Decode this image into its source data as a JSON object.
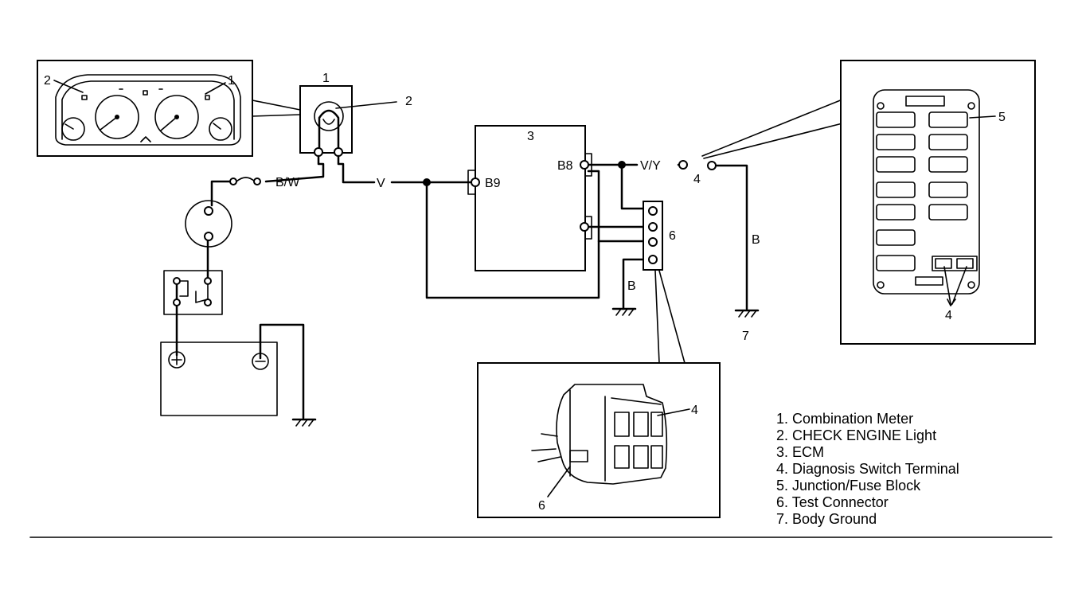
{
  "wire_labels": {
    "bw": "B/W",
    "v": "V",
    "vy": "V/Y",
    "b_right": "B",
    "b_mid": "B"
  },
  "terminal_labels": {
    "b8": "B8",
    "b9": "B9"
  },
  "callouts": {
    "meter_detail_1": "1",
    "meter_detail_2": "2",
    "lamp_1": "1",
    "lamp_2": "2",
    "ecm_3": "3",
    "switch_4": "4",
    "connector_6": "6",
    "ground_7": "7",
    "fuse_5": "5",
    "fuse_4": "4",
    "connector_detail_4": "4",
    "connector_detail_6": "6"
  },
  "legend": [
    "1. Combination Meter",
    "2. CHECK ENGINE Light",
    "3. ECM",
    "4. Diagnosis Switch Terminal",
    "5. Junction/Fuse Block",
    "6. Test Connector",
    "7. Body Ground"
  ]
}
